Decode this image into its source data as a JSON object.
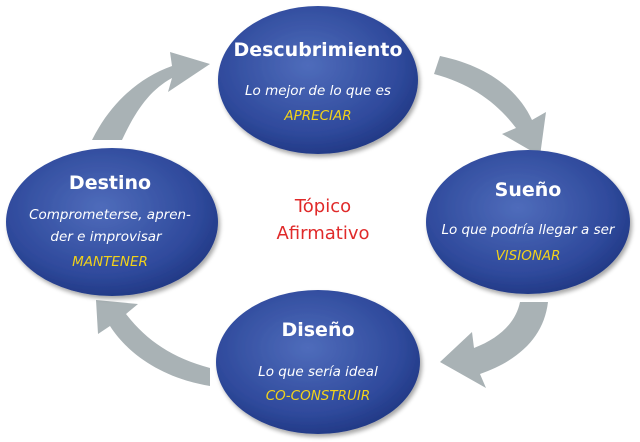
{
  "center": {
    "line1": "Tópico",
    "line2": "Afirmativo"
  },
  "nodes": {
    "discovery": {
      "title": "Descubrimiento",
      "desc1": "Lo mejor de lo que es",
      "verb": "APRECIAR"
    },
    "dream": {
      "title": "Sueño",
      "desc1": "Lo que podría llegar a ser",
      "verb": "VISIONAR"
    },
    "design": {
      "title": "Diseño",
      "desc1": "Lo que sería ideal",
      "verb": "CO-CONSTRUIR"
    },
    "destiny": {
      "title": "Destino",
      "desc1": "Comprometerse, apren-",
      "desc2": "der e improvisar",
      "verb": "MANTENER"
    }
  },
  "colors": {
    "node_fill": "#283f8d",
    "node_highlight": "#4b67b6",
    "arrow": "#a9b2b5",
    "verb_text": "#f2d21a",
    "center_text": "#e02a2a"
  }
}
